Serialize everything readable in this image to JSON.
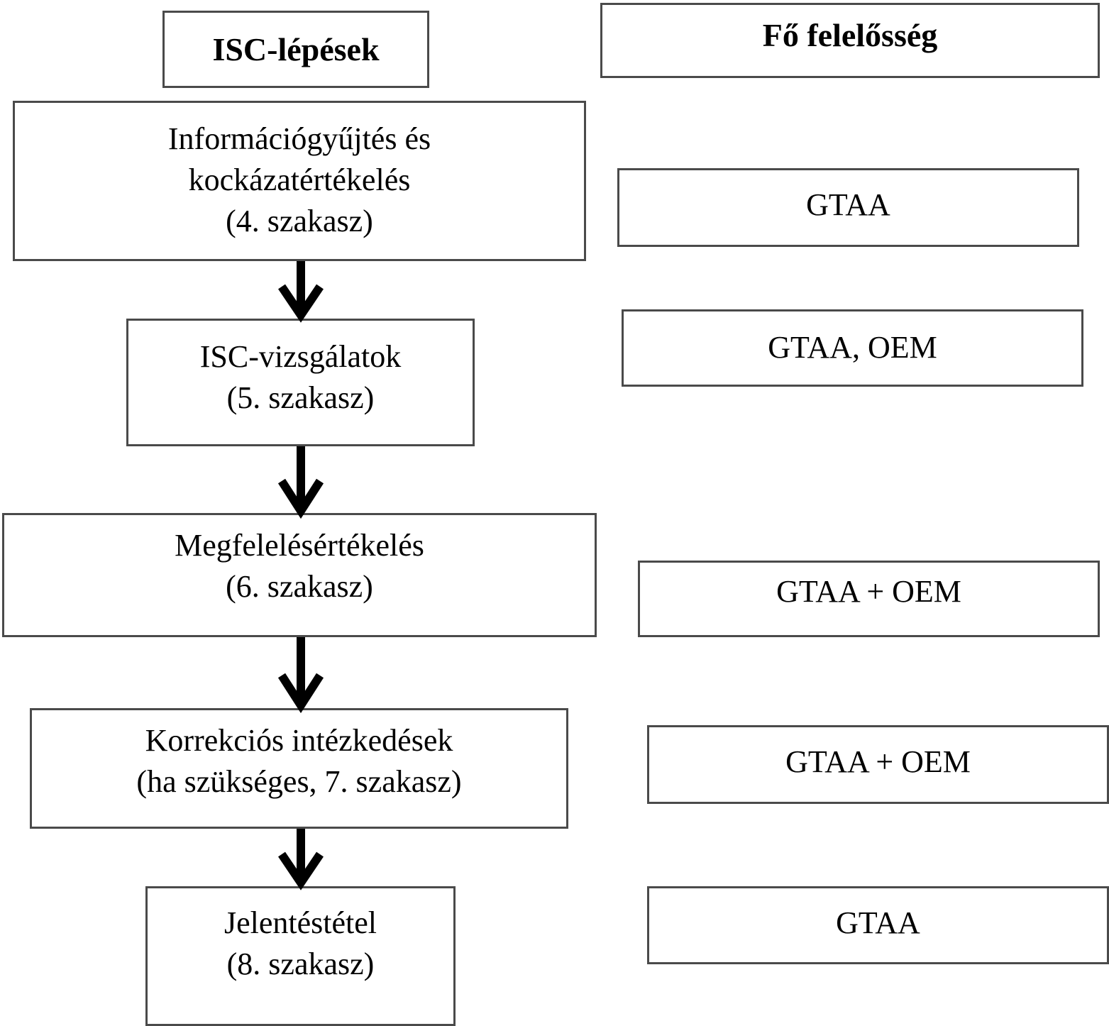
{
  "headers": {
    "steps": "ISC-lépések",
    "responsibility": "Fő felelősség"
  },
  "steps": [
    {
      "line1": "Információgyűjtés és",
      "line2": "kockázatértékelés",
      "line3": "(4. szakasz)"
    },
    {
      "line1": "ISC-vizsgálatok",
      "line2": "(5. szakasz)"
    },
    {
      "line1": "Megfelelésértékelés",
      "line2": "(6. szakasz)"
    },
    {
      "line1": "Korrekciós intézkedések",
      "line2": "(ha szükséges, 7. szakasz)"
    },
    {
      "line1": "Jelentéstétel",
      "line2": "(8. szakasz)"
    }
  ],
  "responsibilities": [
    "GTAA",
    "GTAA, OEM",
    "GTAA + OEM",
    "GTAA + OEM",
    "GTAA"
  ],
  "colors": {
    "border": "#4a4a4a",
    "arrow": "#000000"
  }
}
